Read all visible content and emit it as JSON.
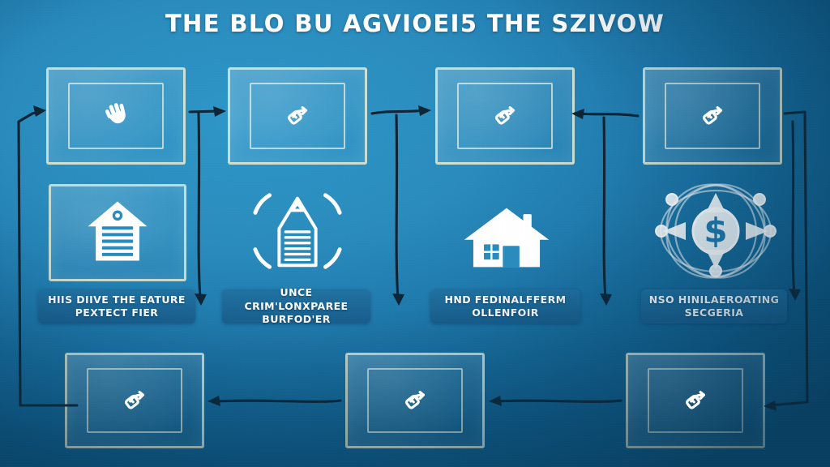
{
  "poster": {
    "title": "THE BLO BU AGVIOEI5 THE SZIVOW",
    "background_color": "#2a8cbd",
    "background_color_dark": "#0f5b88",
    "sketch_stroke_color": "#ecf0d6",
    "label_bar_color": "#1d6ea0",
    "arrow_color": "#0d2535",
    "icon_color": "#ffffff"
  },
  "rows": {
    "top": {
      "name": "top-card-row",
      "cards": [
        {
          "id": "top-card-1",
          "icon": "hand-swipe-icon",
          "glyph": "✋"
        },
        {
          "id": "top-card-2",
          "icon": "plug-arrow-icon",
          "glyph": "↻"
        },
        {
          "id": "top-card-3",
          "icon": "plug-arrow-icon",
          "glyph": "↻"
        },
        {
          "id": "top-card-4",
          "icon": "plug-arrow-icon",
          "glyph": "↻"
        }
      ]
    },
    "middle": {
      "name": "icon-and-label-row",
      "items": [
        {
          "id": "middle-item-1",
          "icon": "barn-house-filled-icon",
          "label_line1": "HIIS DIIVE THE EATURE",
          "label_line2": "PEXTECT FIER"
        },
        {
          "id": "middle-item-2",
          "icon": "barn-house-outline-brackets-icon",
          "label_line1": "UNCE CRIM'LONXPAREE",
          "label_line2": "BURFOD'ER"
        },
        {
          "id": "middle-item-3",
          "icon": "house-filled-icon",
          "label_line1": "HND FEDINALFFERM",
          "label_line2": "OLLENFOIR"
        },
        {
          "id": "middle-item-4",
          "icon": "dollar-network-hub-icon",
          "label_line1": "NSO HINILAEROATING",
          "label_line2": "SECGERIA"
        }
      ]
    },
    "bottom": {
      "name": "bottom-card-row",
      "cards": [
        {
          "id": "bottom-card-1",
          "icon": "plug-arrow-icon",
          "glyph": "↻"
        },
        {
          "id": "bottom-card-2",
          "icon": "plug-arrow-icon",
          "glyph": "↻"
        },
        {
          "id": "bottom-card-3",
          "icon": "plug-arrow-icon",
          "glyph": "↻"
        }
      ]
    }
  },
  "flow": {
    "connectors": [
      {
        "id": "arrow-left-loop",
        "direction": "up",
        "from": "bottom-card-1",
        "to": "top-card-1"
      },
      {
        "id": "arrow-top-1-to-2",
        "direction": "right",
        "from": "top-card-1",
        "to": "top-card-2"
      },
      {
        "id": "arrow-top-2-to-3",
        "direction": "right",
        "from": "top-card-2",
        "to": "top-card-3"
      },
      {
        "id": "arrow-top-4-to-3",
        "direction": "left",
        "from": "top-card-4",
        "to": "top-card-3"
      },
      {
        "id": "arrow-right-loop",
        "direction": "down",
        "from": "top-card-4",
        "to": "bottom-card-3"
      },
      {
        "id": "arrow-bottom-2-to-1",
        "direction": "left",
        "from": "bottom-card-2",
        "to": "bottom-card-1"
      },
      {
        "id": "arrow-bottom-3-to-2",
        "direction": "left",
        "from": "bottom-card-3",
        "to": "bottom-card-2"
      },
      {
        "id": "arrow-drop-1",
        "direction": "down",
        "from": "top-card-1",
        "to": "middle-item-1"
      },
      {
        "id": "arrow-drop-2",
        "direction": "down",
        "from": "top-card-2",
        "to": "middle-item-2"
      },
      {
        "id": "arrow-drop-3",
        "direction": "down",
        "from": "top-card-3",
        "to": "middle-item-3"
      },
      {
        "id": "arrow-drop-4",
        "direction": "down",
        "from": "top-card-4",
        "to": "middle-item-4"
      }
    ]
  }
}
